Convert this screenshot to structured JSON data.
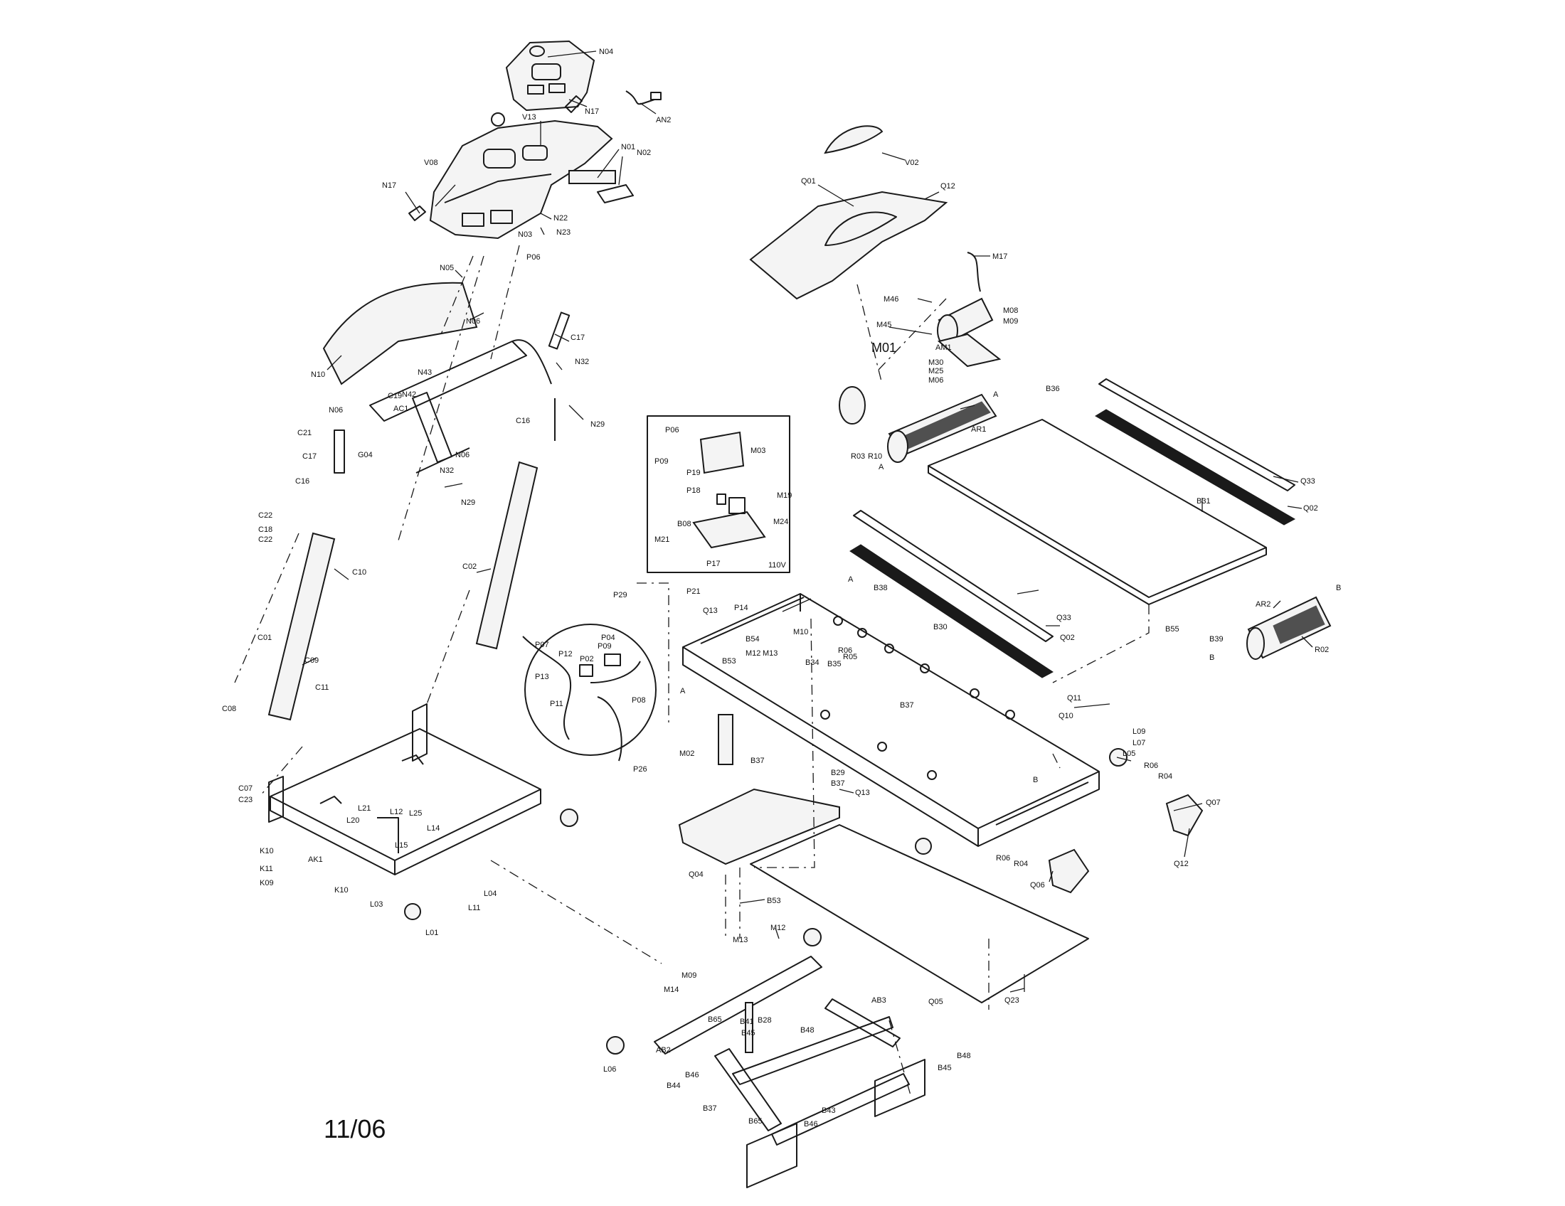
{
  "date_stamp": "11/06",
  "inset_voltage": "110V",
  "inset_labels": [
    "P06",
    "M03",
    "P09",
    "P19",
    "P18",
    "M19",
    "B08",
    "M24",
    "M21",
    "P17"
  ],
  "wiring_labels": [
    "P07",
    "P04",
    "P12",
    "P02",
    "P09",
    "P13",
    "P11",
    "P08",
    "P26"
  ],
  "console_labels": [
    "N04",
    "N17",
    "AN2",
    "V13",
    "N01",
    "N02",
    "V08",
    "N17",
    "N22",
    "N23",
    "N03",
    "N05",
    "P06"
  ],
  "frame_labels": [
    "N10",
    "N06",
    "N43",
    "N42",
    "C19",
    "AC1",
    "N06",
    "C21",
    "C17",
    "G04",
    "N06",
    "N32",
    "N29",
    "C16",
    "C16",
    "N32",
    "N29",
    "C17",
    "C22",
    "C18",
    "C22",
    "C10",
    "C02",
    "C01",
    "C09",
    "C11",
    "C08"
  ],
  "base_labels": [
    "C07",
    "C23",
    "L21",
    "L20",
    "L12",
    "L25",
    "L14",
    "L15",
    "AK1",
    "K10",
    "K11",
    "K09",
    "K10",
    "L03",
    "L04",
    "L11",
    "L01"
  ],
  "motor_labels": [
    "V02",
    "Q01",
    "Q12",
    "M17",
    "M46",
    "M45",
    "M08",
    "M09",
    "AM1",
    "M30",
    "M25",
    "M06",
    "M01",
    "B36",
    "AR1",
    "R03",
    "R10",
    "Q33",
    "B31",
    "Q02"
  ],
  "deck_labels": [
    "P29",
    "P21",
    "Q13",
    "P14",
    "B54",
    "M12",
    "M13",
    "B53",
    "M10",
    "B38",
    "B30",
    "R06",
    "R05",
    "B35",
    "B34",
    "B37",
    "Q33",
    "Q02",
    "B55",
    "B39",
    "AR2",
    "R02",
    "M02",
    "B37",
    "B29",
    "B37",
    "Q11",
    "Q10",
    "L09",
    "L07",
    "L05",
    "R06",
    "R04",
    "Q07",
    "Q12",
    "Q13",
    "Q04",
    "R06",
    "R04",
    "Q06",
    "B53"
  ],
  "lift_labels": [
    "M12",
    "M13",
    "M09",
    "M14",
    "B28",
    "B41",
    "B48",
    "AB3",
    "B65",
    "B45",
    "AB2",
    "L06",
    "B46",
    "B44",
    "B48",
    "B45",
    "B37",
    "B65",
    "B46",
    "B43",
    "Q05",
    "Q23"
  ],
  "section_marks": [
    "A",
    "A",
    "A",
    "A",
    "B",
    "B",
    "B"
  ]
}
